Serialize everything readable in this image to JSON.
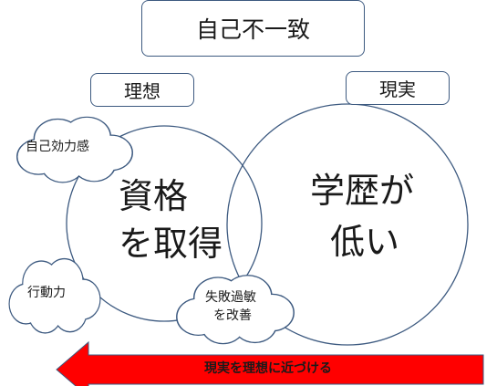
{
  "title": "自己不一致",
  "ideal": {
    "label": "理想",
    "content_line1": "資格",
    "content_line2": "を取得"
  },
  "reality": {
    "label": "現実",
    "content_line1": "学歴が",
    "content_line2": "低い"
  },
  "clouds": {
    "self_efficacy": "自己効力感",
    "action": "行動力",
    "oversensitivity_line1": "失敗過敏",
    "oversensitivity_line2": "を改善"
  },
  "arrow": {
    "label": "現実を理想に近づける",
    "fill_color": "#ff0000"
  },
  "colors": {
    "outline": "#3d5a80",
    "text": "#1a1a1a"
  }
}
